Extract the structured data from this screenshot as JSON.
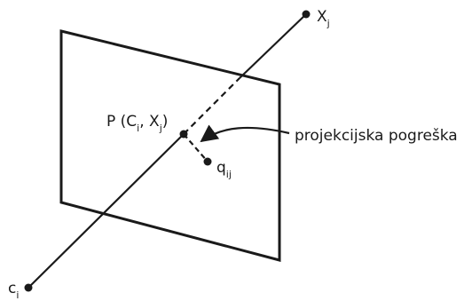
{
  "labels": {
    "xj_main": "X",
    "xj_sub": "j",
    "ci_main": "c",
    "ci_sub": "i",
    "qij_main": "q",
    "qij_sub": "ij",
    "p_main": "P (C",
    "p_sub1": "i",
    "p_comma": ", X",
    "p_sub2": "j",
    "p_close": ")",
    "error_label": "projekcijska pogreška"
  },
  "colors": {
    "ink": "#1a1a1a",
    "background": "#ffffff"
  }
}
